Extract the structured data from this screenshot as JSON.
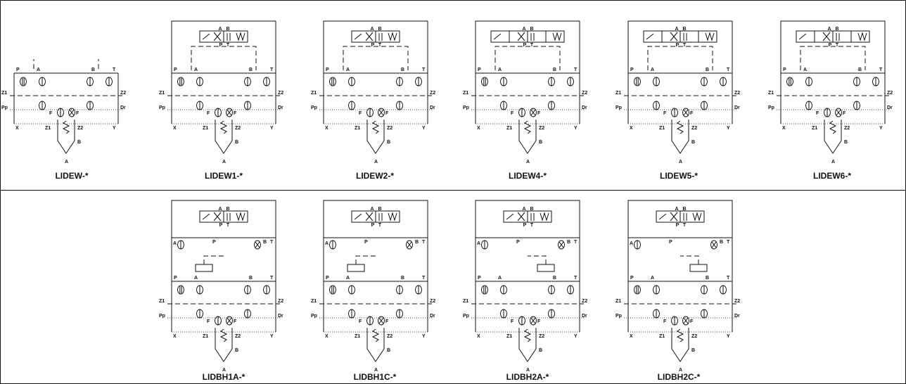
{
  "symbols": {
    "row1": [
      {
        "id": "LIDEW",
        "caption": "LIDEW-*",
        "pilot": "none"
      },
      {
        "id": "LIDEW1",
        "caption": "LIDEW1-*",
        "pilot": "single"
      },
      {
        "id": "LIDEW2",
        "caption": "LIDEW2-*",
        "pilot": "single"
      },
      {
        "id": "LIDEW4",
        "caption": "LIDEW4-*",
        "pilot": "double"
      },
      {
        "id": "LIDEW5",
        "caption": "LIDEW5-*",
        "pilot": "double"
      },
      {
        "id": "LIDEW6",
        "caption": "LIDEW6-*",
        "pilot": "double"
      }
    ],
    "row2": [
      {
        "id": "LIDBH1A",
        "caption": "LIDBH1A-*"
      },
      {
        "id": "LIDBH1C",
        "caption": "LIDBH1C-*"
      },
      {
        "id": "LIDBH2A",
        "caption": "LIDBH2A-*"
      },
      {
        "id": "LIDBH2C",
        "caption": "LIDBH2C-*"
      }
    ]
  },
  "port_labels": {
    "p": "P",
    "a": "A",
    "b": "B",
    "t": "T",
    "z1": "Z1",
    "z2": "Z2",
    "pp": "Pp",
    "dr": "Dr",
    "x": "X",
    "y": "Y",
    "f": "F",
    "pv_a": "A",
    "pv_b": "B",
    "pv_p": "P",
    "pv_t": "T"
  }
}
